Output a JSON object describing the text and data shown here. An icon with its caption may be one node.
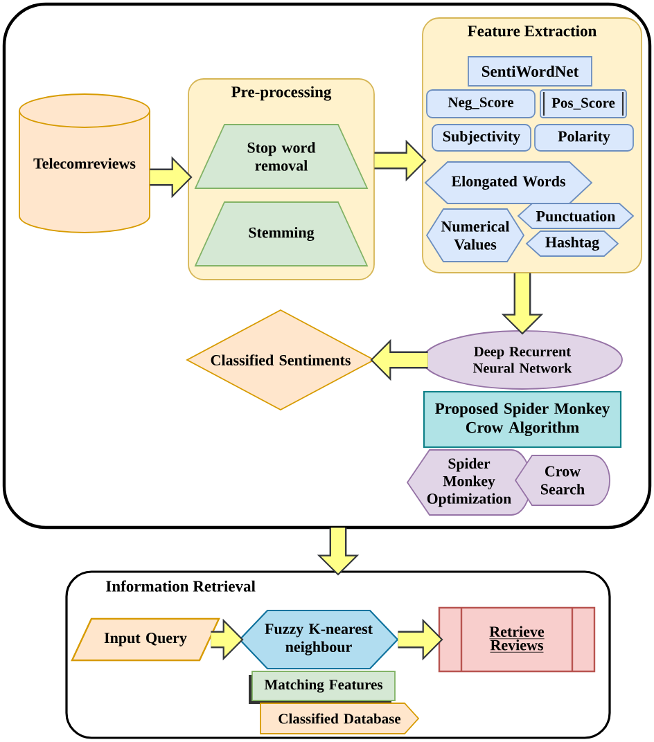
{
  "diagram": {
    "nodes": [
      {
        "text": [],
        "shape": "box"
      },
      {
        "text": [
          "Telecomreviews"
        ],
        "in": 0
      },
      {
        "text": [
          "Pre-processing"
        ],
        "in": 0
      },
      {
        "text": [
          "Stop word removal"
        ],
        "in": 2
      },
      {
        "text": [
          "Stemming"
        ],
        "in": 2
      },
      {
        "text": [
          "Feature Extraction"
        ],
        "in": 0
      },
      {
        "text": [
          "SentiWordNet"
        ],
        "in": 5
      },
      {
        "text": [
          "Neg_Score"
        ],
        "in": 5
      },
      {
        "text": [
          "Pos_Score"
        ],
        "in": 5
      },
      {
        "text": [
          "Subjectivity"
        ],
        "in": 5
      },
      {
        "text": [
          "Polarity"
        ],
        "in": 5
      },
      {
        "text": [
          "Elongated Words"
        ],
        "in": 5
      },
      {
        "text": [
          "Numerical Values"
        ],
        "in": 5
      },
      {
        "text": [
          "Punctuation"
        ],
        "in": 5
      },
      {
        "text": [
          "Hashtag"
        ],
        "in": 5
      },
      {
        "text": [
          "Classified Sentiments"
        ],
        "in": 0
      },
      {
        "text": [
          "Deep Recurrent Neural Network"
        ],
        "in": 0
      },
      {
        "text": [
          "Proposed Spider Monkey Crow Algorithm"
        ],
        "in": 0
      },
      {
        "text": [
          "Spider Monkey Optimization"
        ],
        "in": 0
      },
      {
        "text": [
          "Crow Search"
        ],
        "in": 0
      },
      {
        "text": [
          "Information Retrieval"
        ]
      },
      {
        "text": [
          "Input Query"
        ],
        "in": 20
      },
      {
        "text": [
          "Fuzzy K-nearest neighbour"
        ],
        "in": 20
      },
      {
        "text": [
          "Retrieve Reviews"
        ],
        "in": 20
      },
      {
        "text": [
          "Matching Features"
        ],
        "in": 20
      },
      {
        "text": [
          "Classified Database"
        ],
        "in": 20
      }
    ],
    "edges": [
      {
        "from": 1,
        "to": 2,
        "arrow": "to"
      },
      {
        "from": 2,
        "to": 5,
        "arrow": "to"
      },
      {
        "from": 5,
        "to": 16,
        "arrow": "to"
      },
      {
        "from": 16,
        "to": 15,
        "arrow": "to"
      },
      {
        "from": 0,
        "to": 20,
        "arrow": "to"
      },
      {
        "from": 21,
        "to": 22,
        "arrow": "to"
      },
      {
        "from": 22,
        "to": 23,
        "arrow": "to"
      }
    ]
  }
}
